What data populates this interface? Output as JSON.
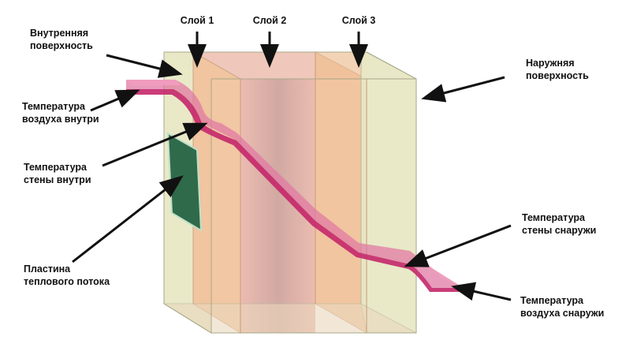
{
  "diagram": {
    "layers": [
      {
        "id": "layer1",
        "label": "Слой 1"
      },
      {
        "id": "layer2",
        "label": "Слой 2"
      },
      {
        "id": "layer3",
        "label": "Слой 3"
      }
    ],
    "labels": {
      "inner_surface": [
        "Внутренняя",
        "поверхность"
      ],
      "outer_surface": [
        "Наружняя",
        "поверхность"
      ],
      "air_temp_inside": [
        "Температура",
        "воздуха внутри"
      ],
      "wall_temp_inside": [
        "Температура",
        "стены внутри"
      ],
      "heat_flux_plate": [
        "Пластина",
        "теплового потока"
      ],
      "wall_temp_outside": [
        "Температура",
        "стены снаружи"
      ],
      "air_temp_outside": [
        "Температура",
        "воздуха снаружи"
      ]
    },
    "colors": {
      "outer_layer": "#e6e6bf",
      "insulation_layer": "#f2c39a",
      "core_layer": "#d9a39a",
      "temperature_band": "#d6457a",
      "heat_flux_plate": "#2e6b4a",
      "arrow": "#111111"
    }
  }
}
